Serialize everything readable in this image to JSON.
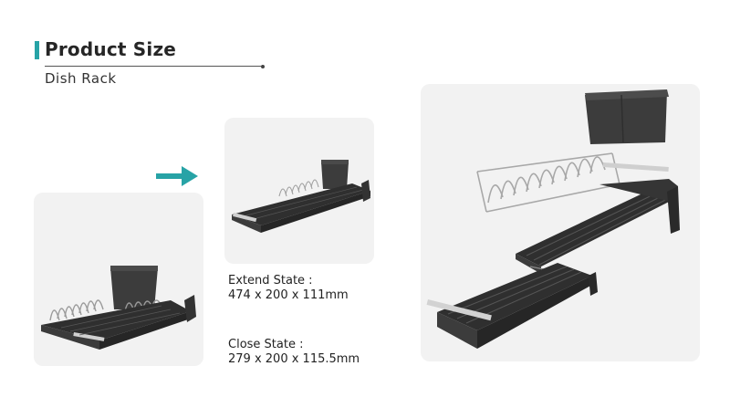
{
  "header": {
    "title": "Product Size",
    "subtitle": "Dish Rack"
  },
  "specs": {
    "extend_label": "Extend State :",
    "extend_value": "474 x 200 x 111mm",
    "close_label": "Close State :",
    "close_value": "279 x 200 x 115.5mm"
  },
  "colors": {
    "accent": "#27a3a6",
    "panel": "#f2f2f2",
    "product": "#3a3a3a"
  },
  "icons": {
    "arrow": "arrow-right-icon"
  }
}
